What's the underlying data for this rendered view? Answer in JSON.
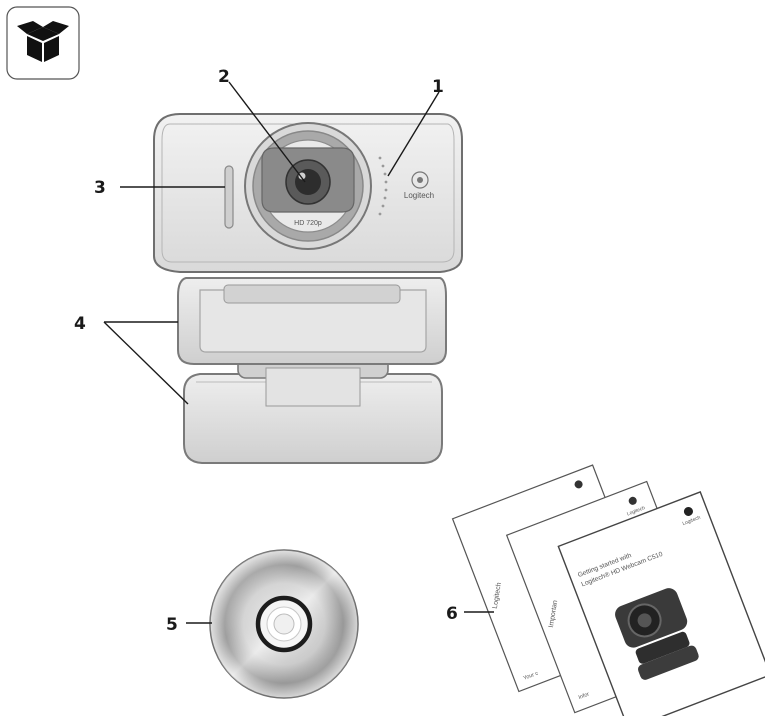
{
  "page": {
    "section_icon": "box-icon"
  },
  "callouts": [
    "1",
    "2",
    "3",
    "4",
    "5",
    "6"
  ],
  "webcam": {
    "lens_text": "HD 720p",
    "brand_text": "Logitech"
  },
  "booklet": {
    "front_title_line1": "Getting started with",
    "front_title_line2": "Logitech® HD Webcam C510",
    "back_fragment": "Logitech",
    "middle_fragment": "Importan",
    "brand_text": "Logitech",
    "footer_fragment_1": "Your c",
    "footer_fragment_2": "Infor"
  }
}
